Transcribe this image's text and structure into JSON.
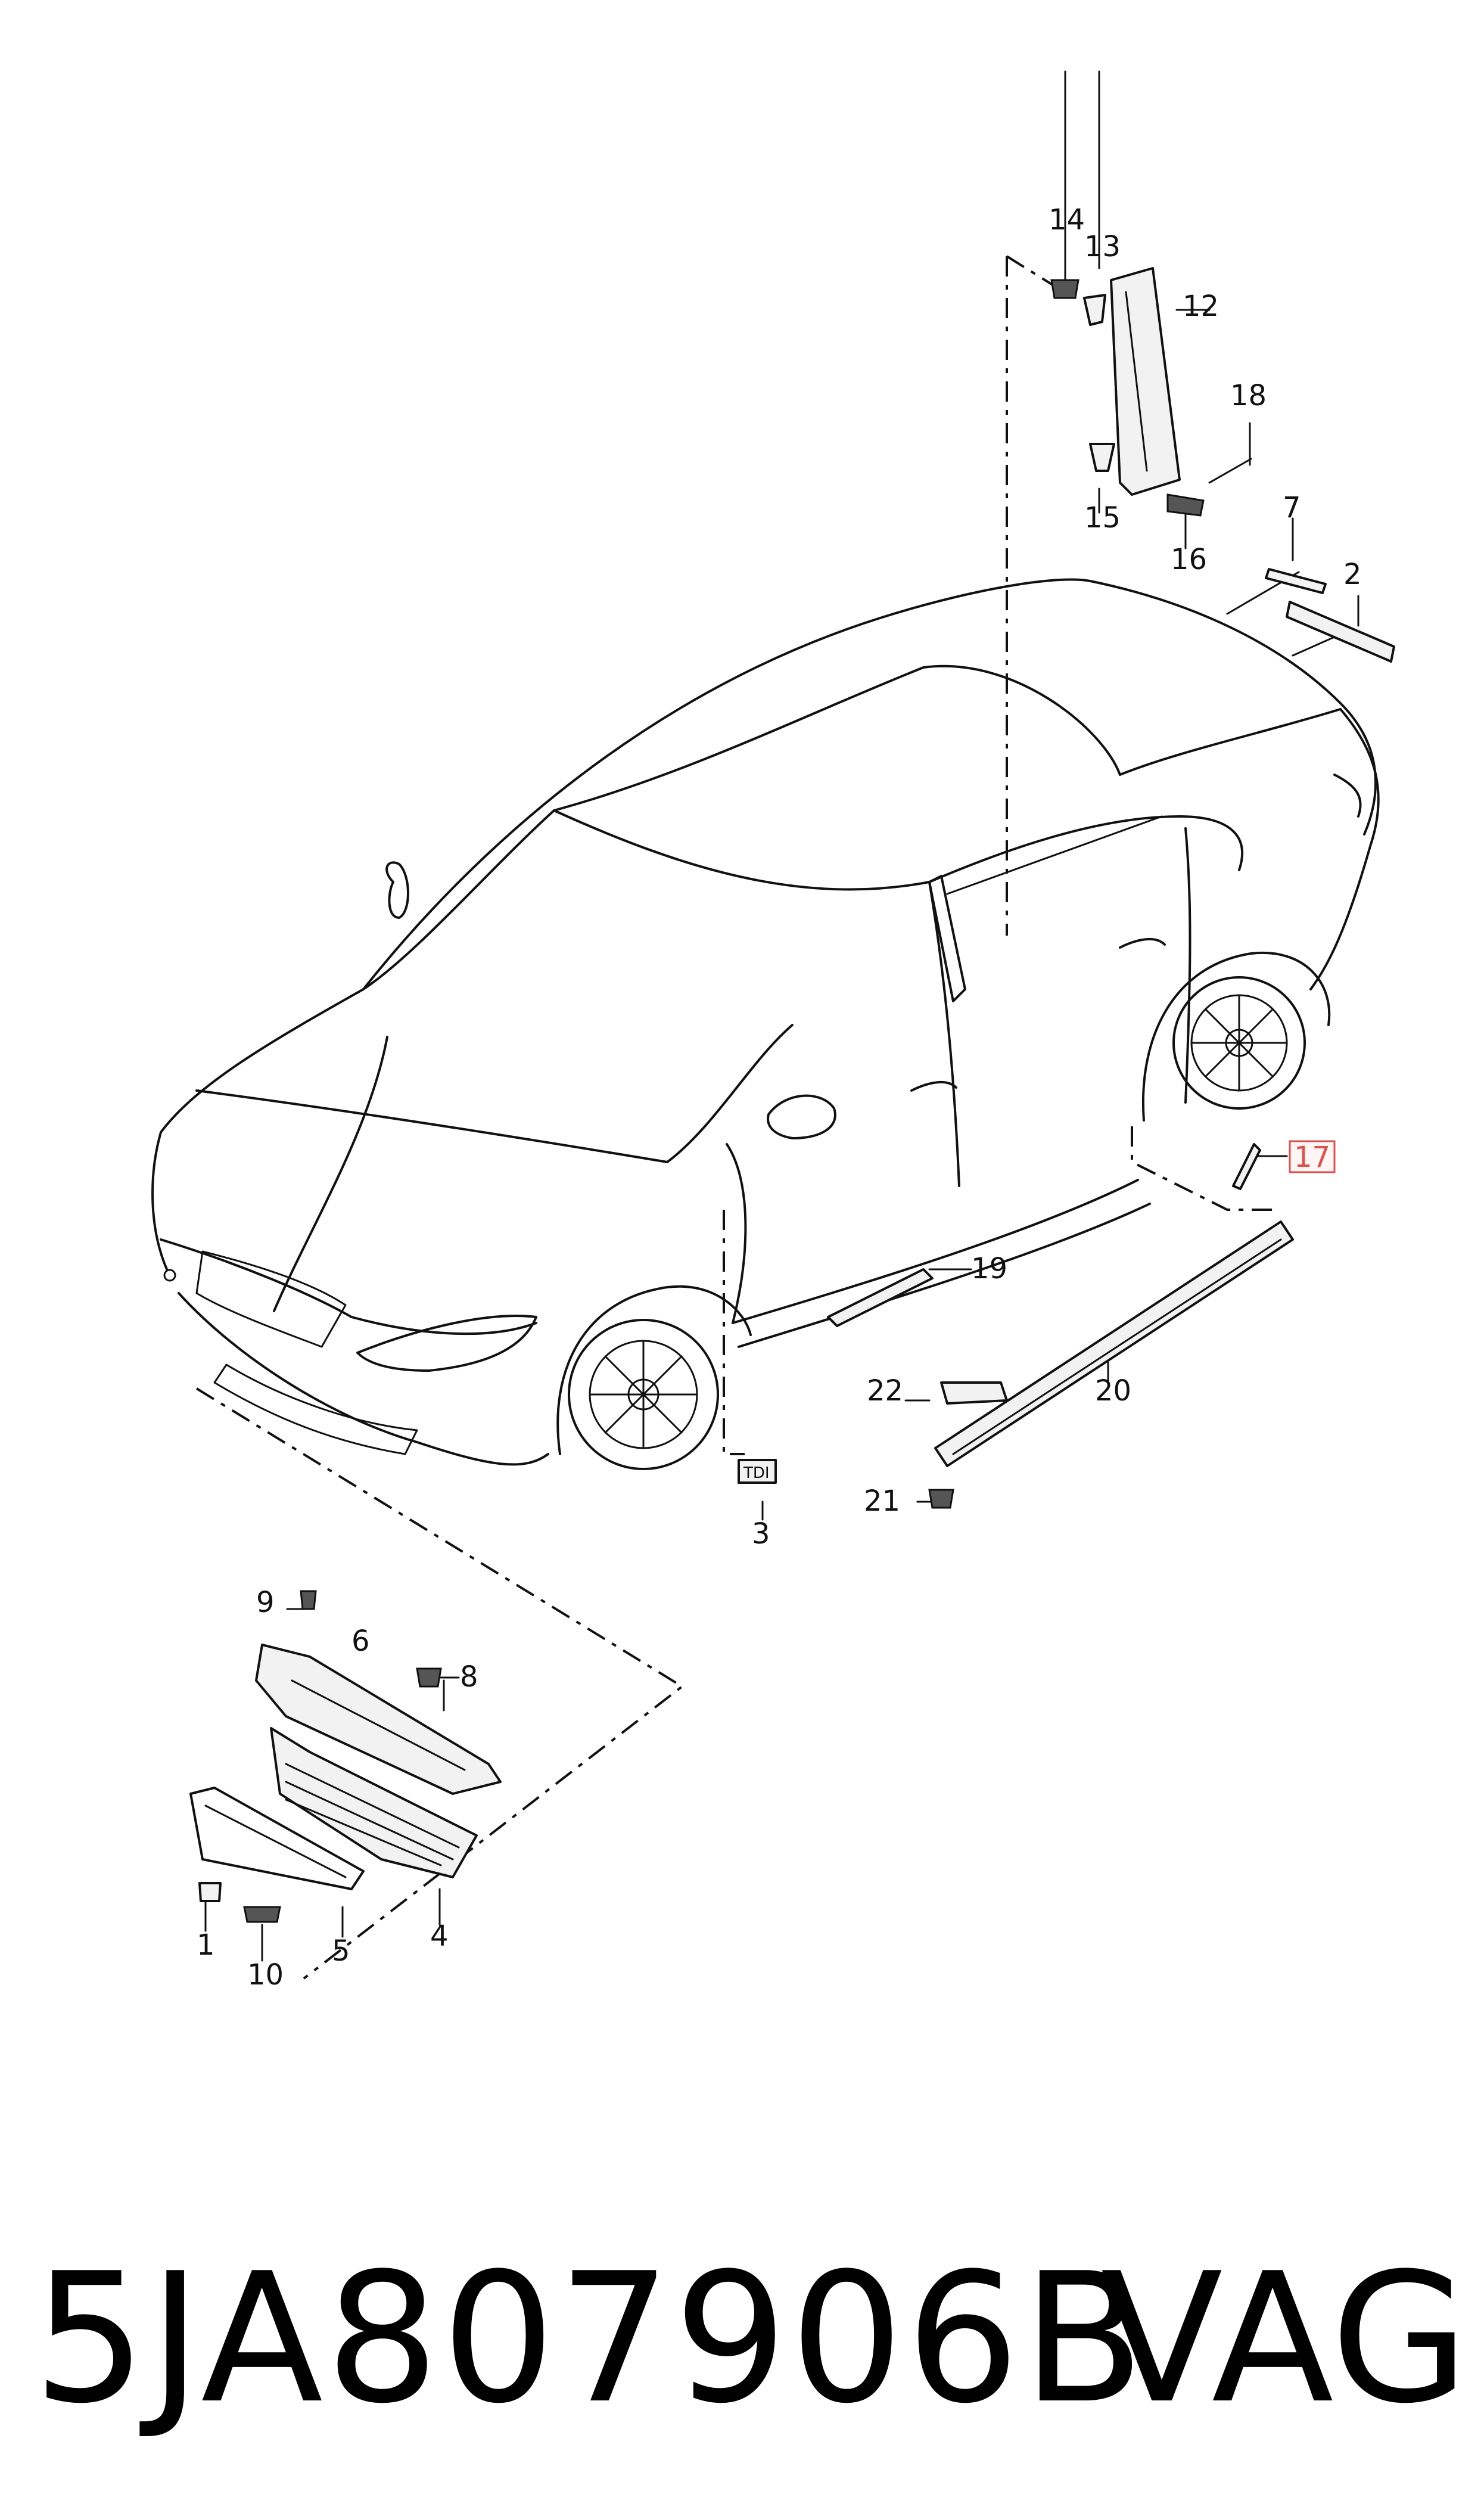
{
  "callouts": {
    "c1": "1",
    "c2": "2",
    "c3": "3",
    "c4": "4",
    "c5": "5",
    "c6": "6",
    "c7": "7",
    "c8": "8",
    "c9": "9",
    "c10": "10",
    "c12": "12",
    "c13": "13",
    "c14": "14",
    "c15": "15",
    "c16": "16",
    "c17": "17",
    "c18": "18",
    "c19": "19",
    "c20": "20",
    "c21": "21",
    "c22": "22"
  },
  "badge_text": "TDI",
  "highlight_color": "#d9534f",
  "footer": {
    "part_number": "5JA807906B",
    "brand": "VAG"
  }
}
